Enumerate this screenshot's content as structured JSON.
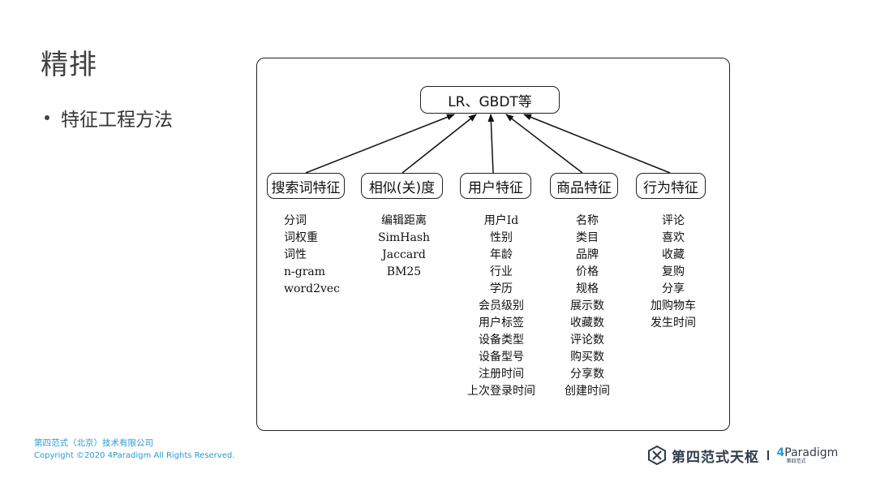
{
  "slide": {
    "title": "精排",
    "bullet": "特征工程方法"
  },
  "diagram": {
    "model": "LR、GBDT等",
    "categories": [
      {
        "label": "搜索词特征",
        "items": [
          "分词",
          "词权重",
          "词性",
          "n-gram",
          "word2vec"
        ]
      },
      {
        "label": "相似(关)度",
        "items": [
          "编辑距离",
          "SimHash",
          "Jaccard",
          "BM25"
        ]
      },
      {
        "label": "用户特征",
        "items": [
          "用户Id",
          "性别",
          "年龄",
          "行业",
          "学历",
          "会员级别",
          "用户标签",
          "设备类型",
          "设备型号",
          "注册时间",
          "上次登录时间"
        ]
      },
      {
        "label": "商品特征",
        "items": [
          "名称",
          "类目",
          "品牌",
          "价格",
          "规格",
          "展示数",
          "收藏数",
          "评论数",
          "购买数",
          "分享数",
          "创建时间"
        ]
      },
      {
        "label": "行为特征",
        "items": [
          "评论",
          "喜欢",
          "收藏",
          "复购",
          "分享",
          "加购物车",
          "发生时间"
        ]
      }
    ]
  },
  "footer": {
    "company": "第四范式（北京）技术有限公司",
    "copyright": "Copyright ©2020 4Paradigm All Rights Reserved."
  },
  "logo": {
    "brand_cn": "第四范式天枢",
    "brand_en_digit": "4",
    "brand_en_rest": "Paradigm",
    "brand_en_sub": "第四范式"
  }
}
